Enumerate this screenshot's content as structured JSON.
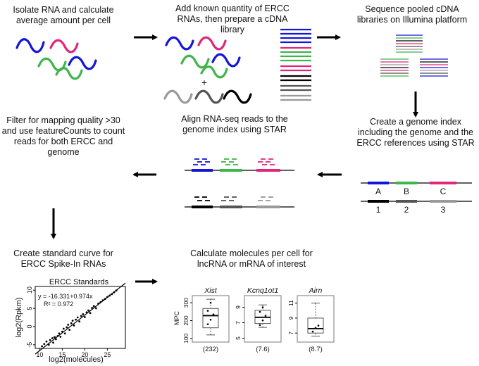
{
  "colors": {
    "blue": "#1515d6",
    "pink": "#e0287a",
    "green": "#3fb54a",
    "black": "#000000",
    "gray_dark": "#555555",
    "gray_light": "#9a9a9a",
    "arrow": "#000000"
  },
  "steps": {
    "step1": [
      "Isolate RNA and calculate",
      "average amount per cell"
    ],
    "step2": [
      "Add known quantity of ERCC",
      "RNAs, then prepare a cDNA",
      "library"
    ],
    "step3": [
      "Sequence pooled cDNA",
      "libraries on Illumina platform"
    ],
    "step4": [
      "Create a genome index",
      "including the genome and the",
      "ERCC references using STAR"
    ],
    "step5": [
      "Align RNA-seq reads to the",
      "genome index using STAR"
    ],
    "step6": [
      "Filter for mapping quality >30",
      "and use featureCounts to count",
      "reads for both ERCC and",
      "genome"
    ],
    "step7": [
      "Create standard curve for",
      "ERCC Spike-In RNAs"
    ],
    "step8": [
      "Calculate molecules per cell for",
      "lncRNA or mRNA of interest"
    ]
  },
  "plus_sign": "+",
  "genome_index": {
    "top_labels": [
      "A",
      "B",
      "C"
    ],
    "bottom_labels": [
      "1",
      "2",
      "3"
    ]
  },
  "chart_data": [
    {
      "type": "scatter",
      "title": "ERCC Standards",
      "xlabel": "log2(molecules)",
      "ylabel": "log2(Rpkm)",
      "xlim": [
        9,
        29
      ],
      "ylim": [
        -6,
        11
      ],
      "xticks": [
        "10",
        "15",
        "20",
        "25"
      ],
      "yticks": [
        "-5",
        "0",
        "5",
        "10"
      ],
      "equation": "y = -16.331+0.974x",
      "r_squared": "R² = 0.972",
      "fit": {
        "intercept": -16.331,
        "slope": 0.974
      },
      "points": [
        [
          10.5,
          -5.4
        ],
        [
          11.0,
          -4.8
        ],
        [
          11.5,
          -4.1
        ],
        [
          12.0,
          -5.0
        ],
        [
          12.3,
          -3.7
        ],
        [
          12.8,
          -3.2
        ],
        [
          13.0,
          -4.4
        ],
        [
          13.3,
          -2.9
        ],
        [
          13.6,
          -3.5
        ],
        [
          14.0,
          -2.6
        ],
        [
          14.3,
          -1.9
        ],
        [
          14.6,
          -2.8
        ],
        [
          15.0,
          -1.4
        ],
        [
          15.3,
          -0.6
        ],
        [
          15.6,
          -1.9
        ],
        [
          16.0,
          -0.2
        ],
        [
          16.3,
          0.5
        ],
        [
          16.6,
          -0.9
        ],
        [
          17.0,
          0.9
        ],
        [
          17.3,
          1.6
        ],
        [
          17.6,
          0.3
        ],
        [
          18.0,
          1.9
        ],
        [
          18.4,
          2.5
        ],
        [
          18.8,
          1.4
        ],
        [
          19.2,
          2.9
        ],
        [
          19.6,
          3.4
        ],
        [
          20.0,
          2.6
        ],
        [
          20.4,
          3.9
        ],
        [
          20.8,
          4.4
        ],
        [
          21.2,
          3.7
        ],
        [
          21.6,
          5.1
        ],
        [
          22.0,
          5.6
        ],
        [
          22.5,
          5.0
        ],
        [
          23.0,
          6.3
        ],
        [
          23.5,
          6.7
        ],
        [
          24.0,
          7.2
        ],
        [
          24.5,
          7.6
        ],
        [
          25.0,
          8.1
        ],
        [
          25.5,
          8.5
        ],
        [
          26.0,
          8.9
        ],
        [
          26.5,
          9.4
        ],
        [
          27.0,
          9.9
        ]
      ]
    },
    {
      "type": "box",
      "title": "Xist",
      "ylabel": "MPC",
      "yticks": [
        "100",
        "200",
        "300"
      ],
      "ylim": [
        80,
        340
      ],
      "box": {
        "min": 120,
        "q1": 160,
        "median": 228,
        "q3": 268,
        "max": 320
      },
      "points": [
        180,
        205,
        235,
        255,
        300
      ],
      "footnote": "(232)"
    },
    {
      "type": "box",
      "title": "Kcnq1ot1",
      "yticks": [
        "5",
        "7",
        "9"
      ],
      "ylim": [
        4.5,
        10.5
      ],
      "box": {
        "min": 6.4,
        "q1": 6.9,
        "median": 7.7,
        "q3": 8.6,
        "max": 9.3
      },
      "points": [
        6.7,
        7.3,
        7.9,
        8.4,
        9.0
      ],
      "footnote": "(7.6)"
    },
    {
      "type": "box",
      "title": "Airn",
      "yticks": [
        "7",
        "9",
        "11"
      ],
      "ylim": [
        5.8,
        12
      ],
      "box": {
        "min": 6.6,
        "q1": 7.0,
        "median": 7.6,
        "q3": 9.0,
        "max": 11.0
      },
      "points": [
        7.2,
        7.7,
        8.0
      ],
      "footnote": "(8.7)"
    }
  ]
}
